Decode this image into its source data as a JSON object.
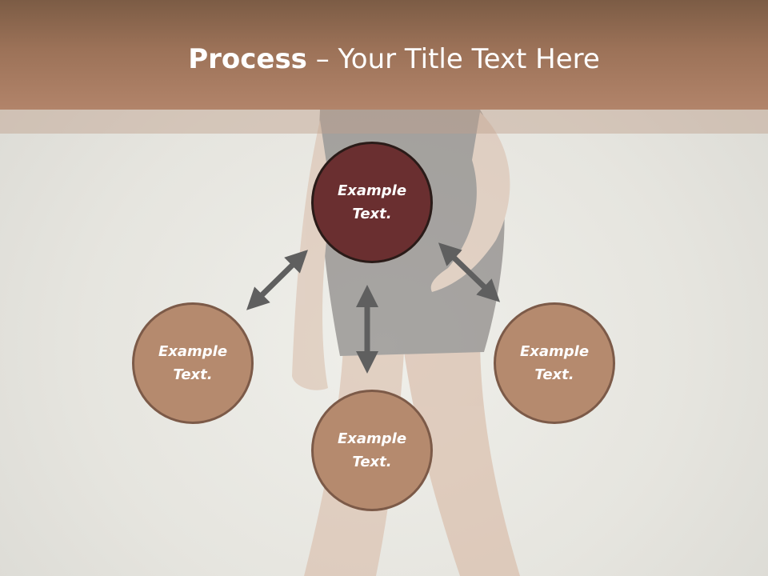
{
  "slide": {
    "title_bold": "Process",
    "title_rest": " – Your Title Text Here"
  },
  "diagram": {
    "center": {
      "line1": "Example",
      "line2": "Text."
    },
    "left": {
      "line1": "Example",
      "line2": "Text."
    },
    "right": {
      "line1": "Example",
      "line2": "Text."
    },
    "bottom": {
      "line1": "Example",
      "line2": "Text."
    }
  },
  "colors": {
    "title_bar": "#a67a5f",
    "center_node": "#6a2f30",
    "side_node": "#b58a6e",
    "arrow": "#5f5f5f"
  }
}
